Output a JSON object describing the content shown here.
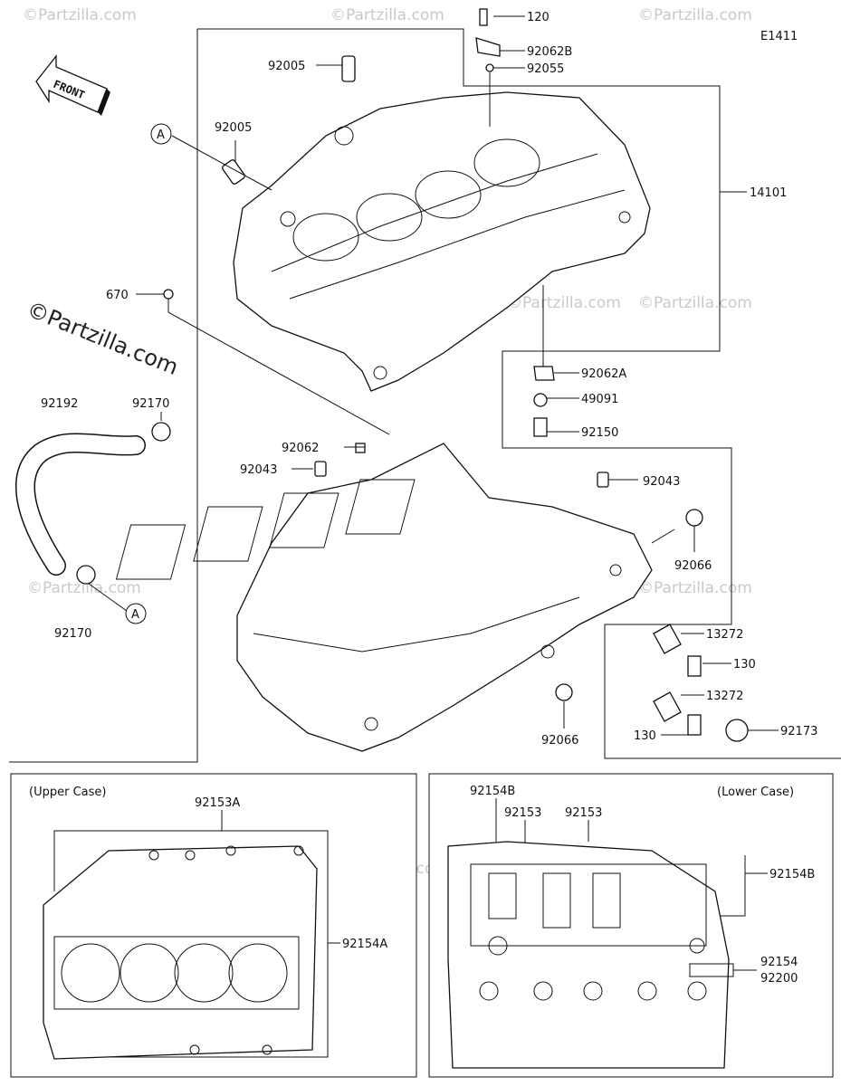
{
  "diagram_code": "E1411",
  "front_label": "FRONT",
  "watermark": "©Partzilla.com",
  "callout_a": "A",
  "parts": {
    "p120": "120",
    "p92062b": "92062B",
    "p92055": "92055",
    "p92005_top": "92005",
    "p92005_left": "92005",
    "p14101": "14101",
    "p670": "670",
    "p92062a": "92062A",
    "p49091": "49091",
    "p92150": "92150",
    "p92170_top": "92170",
    "p92192": "92192",
    "p92170_bottom": "92170",
    "p92062": "92062",
    "p92043_left": "92043",
    "p92043_right": "92043",
    "p92066_right": "92066",
    "p13272_a": "13272",
    "p130_a": "130",
    "p13272_b": "13272",
    "p92173": "92173",
    "p130_b": "130",
    "p92066_bottom": "92066"
  },
  "upper_case": {
    "title": "(Upper Case)",
    "p92153a": "92153A",
    "p92154a": "92154A"
  },
  "lower_case": {
    "title": "(Lower Case)",
    "p92154b_top": "92154B",
    "p92153_a": "92153",
    "p92153_b": "92153",
    "p92154b_right": "92154B",
    "p92154": "92154",
    "p92200": "92200"
  }
}
